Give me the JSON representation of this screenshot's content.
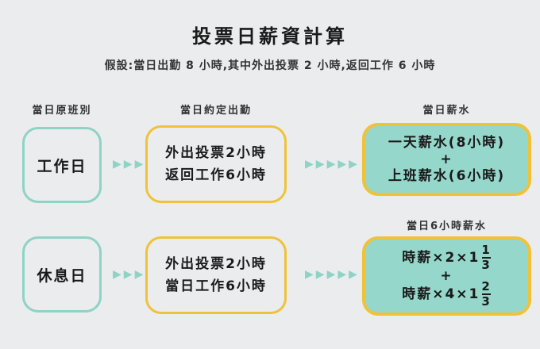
{
  "title": "投票日薪資計算",
  "assumption": "假設:當日出勤 8 小時,其中外出投票 2 小時,返回工作 6 小時",
  "headers": {
    "col1": "當日原班別",
    "col2": "當日約定出勤",
    "col3": "當日薪水"
  },
  "row1": {
    "shift": "工作日",
    "attendance": [
      "外出投票2小時",
      "返回工作6小時"
    ],
    "pay": [
      "一天薪水(8小時)",
      "+",
      "上班薪水(6小時)"
    ]
  },
  "row2_label": "當日6小時薪水",
  "row2": {
    "shift": "休息日",
    "attendance": [
      "外出投票2小時",
      "當日工作6小時"
    ],
    "pay": {
      "line1": "時薪×2×1",
      "frac1_num": "1",
      "frac1_den": "3",
      "plus": "+",
      "line2": "時薪×4×1",
      "frac2_num": "2",
      "frac2_den": "3"
    }
  },
  "arrow_glyph": "▶",
  "colors": {
    "teal": "#8fd3c6",
    "yellow": "#f0c23a",
    "fill": "#95d7cb"
  }
}
